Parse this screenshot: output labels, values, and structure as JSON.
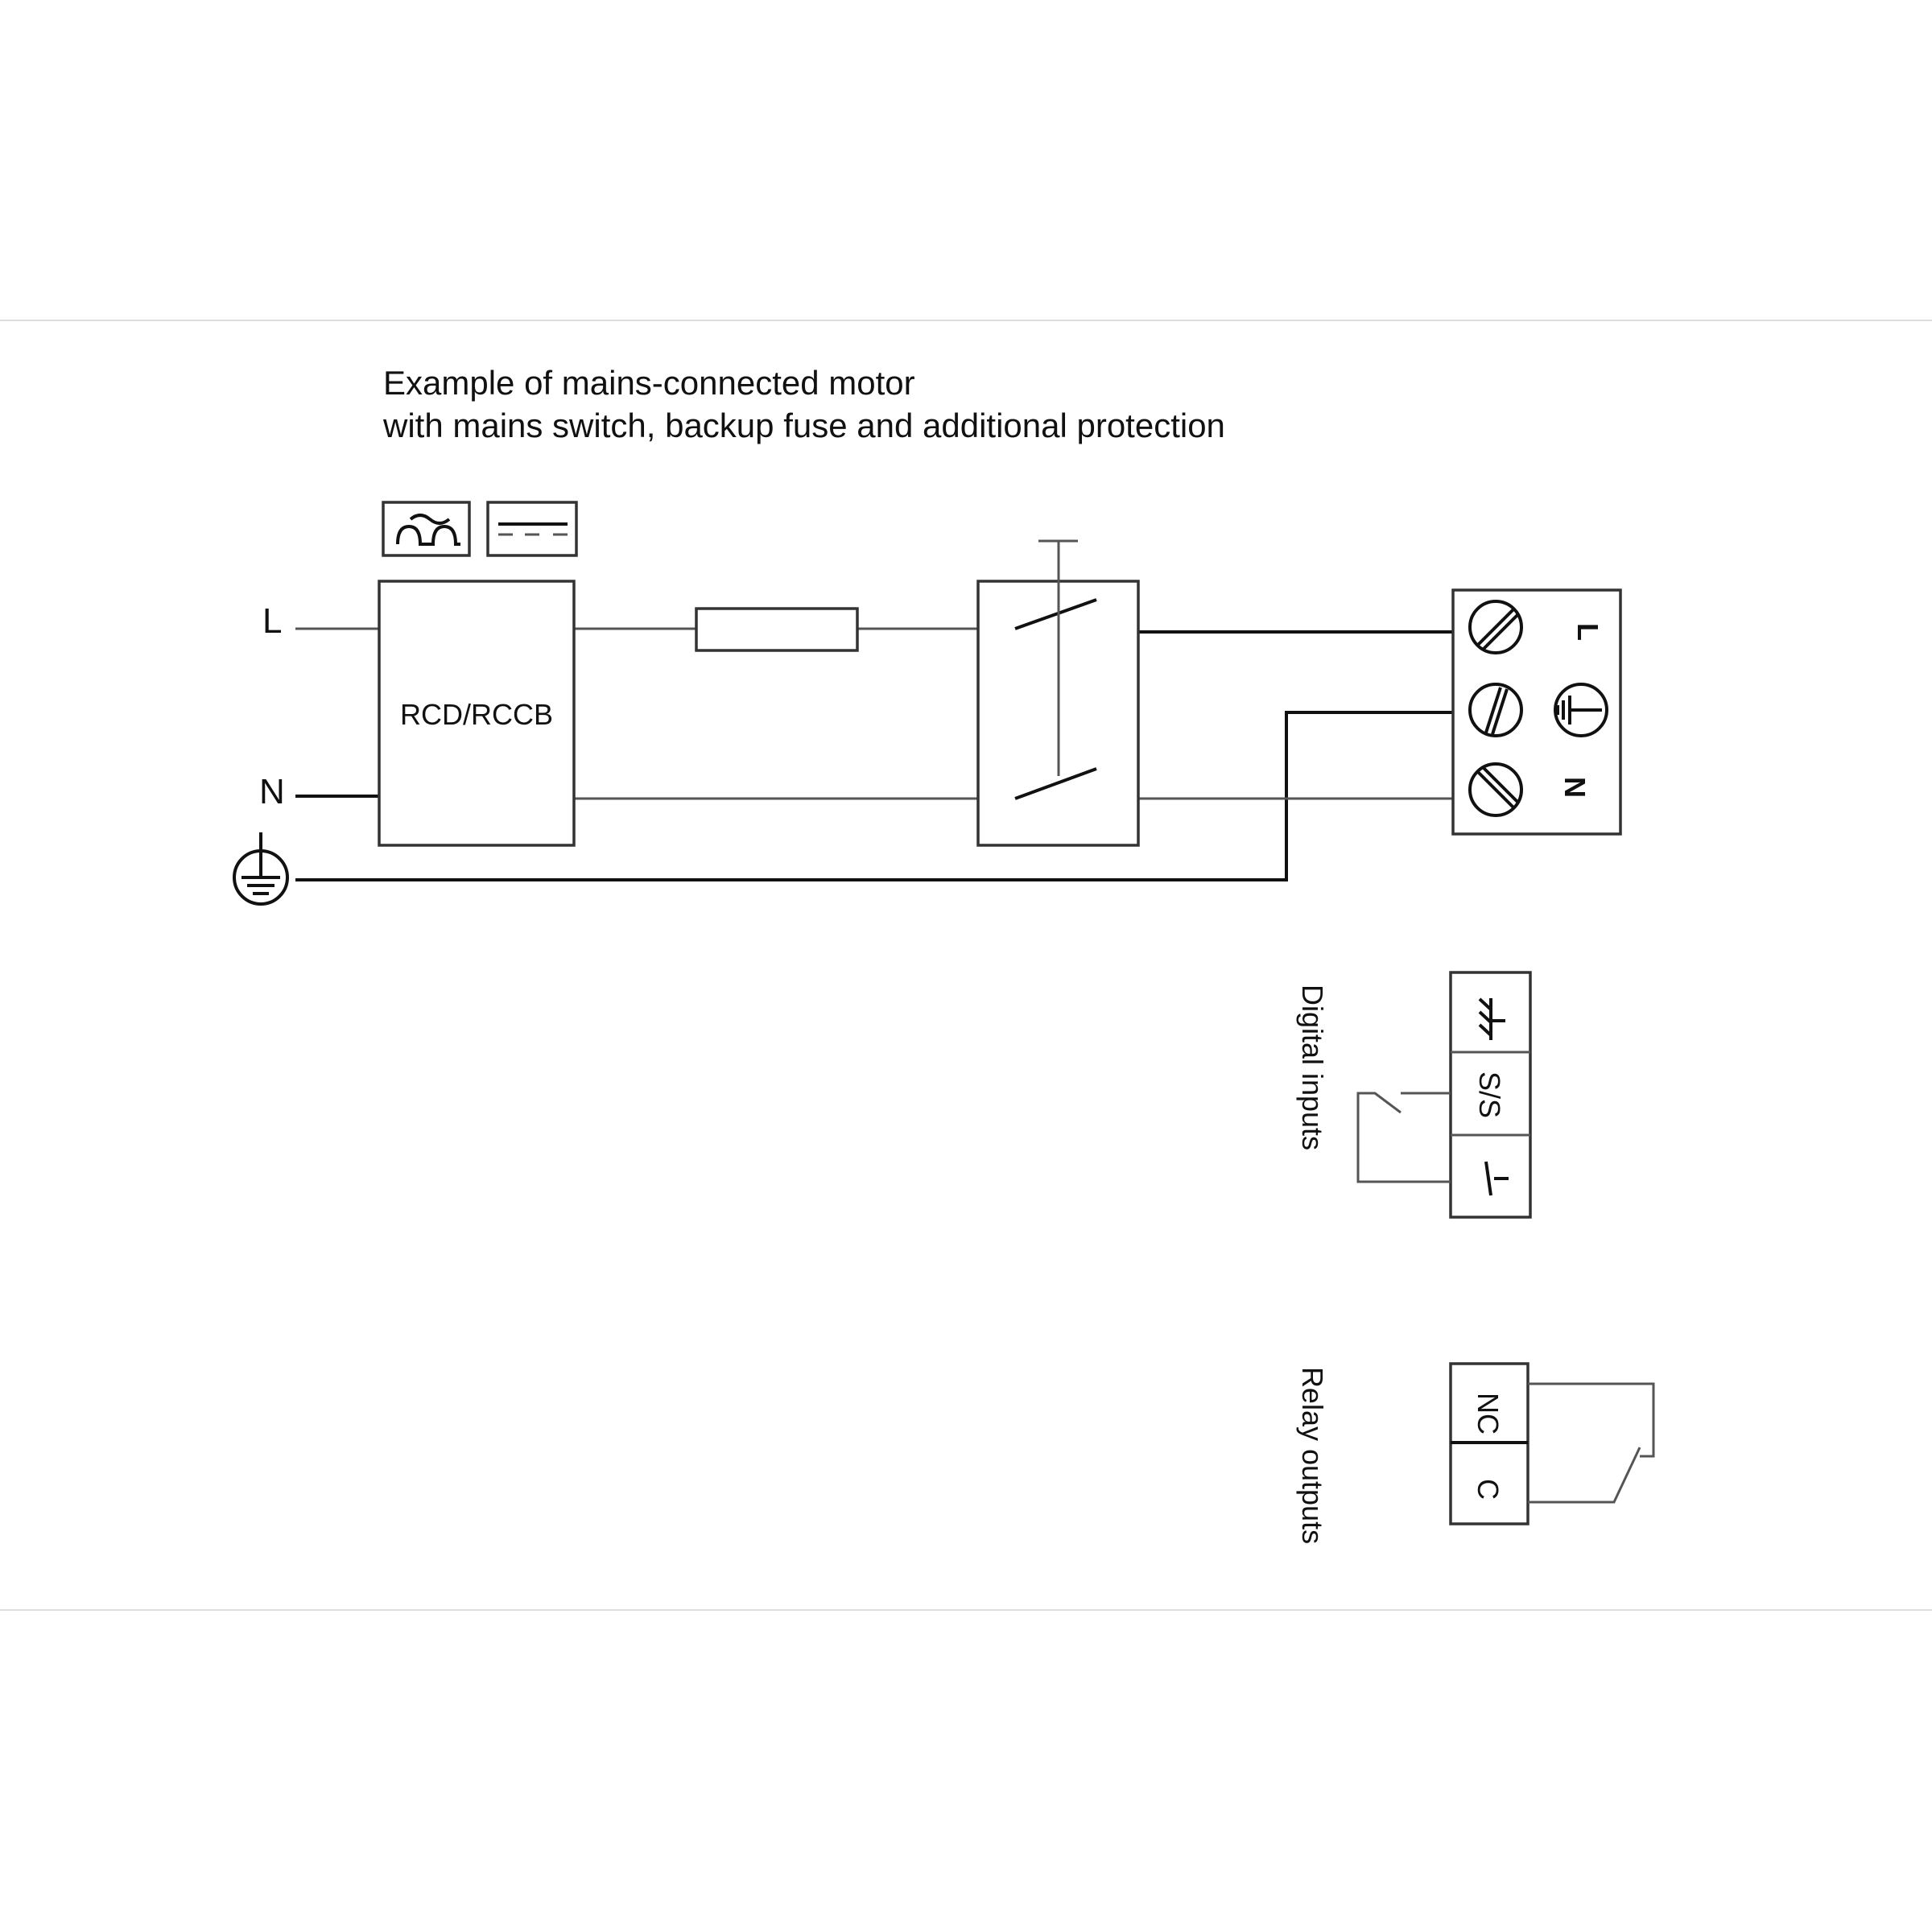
{
  "title": {
    "line1": "Example of mains-connected motor",
    "line2": "with mains switch, backup fuse and additional protection"
  },
  "supply_labels": {
    "line": "L",
    "neutral": "N"
  },
  "rcd": {
    "label": "RCD/RCCB",
    "symbols": [
      "ac-pulse-icon",
      "dc-icon"
    ]
  },
  "motor_terminals": {
    "line": "L",
    "neutral": "N"
  },
  "digital_inputs": {
    "title": "Digital inputs",
    "terminals": [
      "ground-symbol",
      "S/S",
      "switch-symbol"
    ],
    "ss_label": "S/S"
  },
  "relay_outputs": {
    "title": "Relay outputs",
    "nc_label": "NC",
    "c_label": "C"
  },
  "colors": {
    "line": "#111111",
    "wire": "#555555",
    "divider": "#dddddd"
  }
}
